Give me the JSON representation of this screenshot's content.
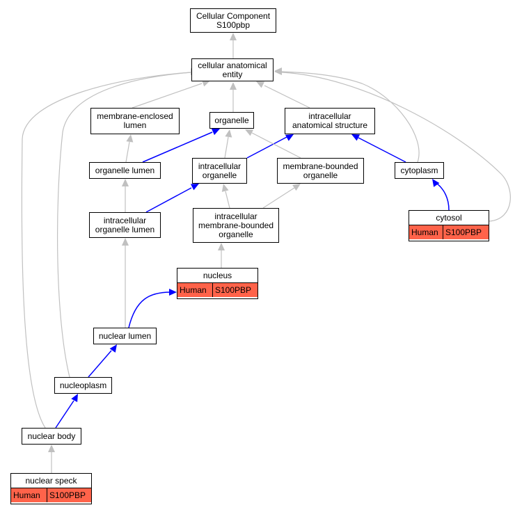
{
  "colors": {
    "gray_edge": "#c0c0c0",
    "blue_edge": "#0000ff",
    "annotation_fill": "#ff634a"
  },
  "nodes": {
    "root": {
      "label": "Cellular Component\nS100pbp"
    },
    "cae": {
      "label": "cellular anatomical\nentity"
    },
    "mel": {
      "label": "membrane-enclosed\nlumen"
    },
    "organelle": {
      "label": "organelle"
    },
    "ias": {
      "label": "intracellular\nanatomical structure"
    },
    "olumen": {
      "label": "organelle lumen"
    },
    "iorg": {
      "label": "intracellular\norganelle"
    },
    "mbo": {
      "label": "membrane-bounded\norganelle"
    },
    "cytoplasm": {
      "label": "cytoplasm"
    },
    "iolumen": {
      "label": "intracellular\norganelle lumen"
    },
    "imbo": {
      "label": "intracellular\nmembrane-bounded\norganelle"
    },
    "cytosol": {
      "label": "cytosol",
      "species": "Human",
      "gene": "S100PBP"
    },
    "nucleus": {
      "label": "nucleus",
      "species": "Human",
      "gene": "S100PBP"
    },
    "nlumen": {
      "label": "nuclear lumen"
    },
    "nucleoplasm": {
      "label": "nucleoplasm"
    },
    "nbody": {
      "label": "nuclear body"
    },
    "nspeck": {
      "label": "nuclear speck",
      "species": "Human",
      "gene": "S100PBP"
    }
  }
}
